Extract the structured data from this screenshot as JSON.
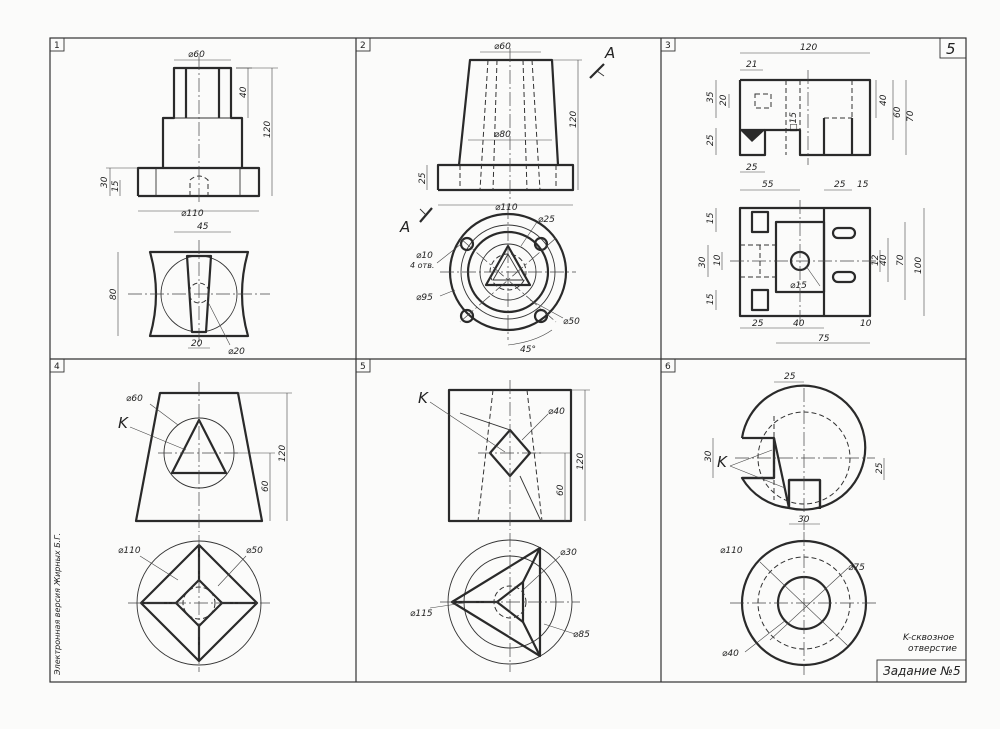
{
  "sheet": {
    "number": "5",
    "title": "Задание №5",
    "author": "Электронная версия Жирных Б.Г.",
    "note_line1": "K-сквозное",
    "note_line2": "отверстие"
  },
  "cells": [
    {
      "id": "1",
      "label": "1"
    },
    {
      "id": "2",
      "label": "2"
    },
    {
      "id": "3",
      "label": "3"
    },
    {
      "id": "4",
      "label": "4"
    },
    {
      "id": "5",
      "label": "5"
    },
    {
      "id": "6",
      "label": "6"
    }
  ],
  "dims": {
    "c1": {
      "d60": "⌀60",
      "d40": "40",
      "d120": "120",
      "d30": "30",
      "d15": "15",
      "d110": "⌀110",
      "d45": "45",
      "d80": "80",
      "d20": "20",
      "d20b": "⌀20"
    },
    "c2": {
      "d60": "⌀60",
      "d120": "120",
      "d80": "⌀80",
      "d25": "25",
      "d110": "⌀110",
      "sectA": "A",
      "sectA2": "A",
      "d25b": "⌀25",
      "d10": "⌀10",
      "holes": "4 отв.",
      "d95": "⌀95",
      "d50": "⌀50",
      "a45": "45°"
    },
    "c3": {
      "d120": "120",
      "d21": "21",
      "d35": "35",
      "d20": "20",
      "d25": "25",
      "d15sq": "□15",
      "d40": "40",
      "d60": "60",
      "d70": "70",
      "d25b": "25",
      "d55": "55",
      "d25c": "25",
      "d15": "15",
      "d15b": "15",
      "d30": "30",
      "d10": "10",
      "d40b": "40",
      "d12": "12",
      "d70b": "70",
      "d100": "100",
      "d15c": "15",
      "d15d": "⌀15",
      "d25d": "25",
      "d40c": "40",
      "d10b": "10",
      "d75": "75"
    },
    "c4": {
      "d60": "⌀60",
      "k": "K",
      "d120": "120",
      "d60b": "60",
      "d110": "⌀110",
      "d50": "⌀50"
    },
    "c5": {
      "k": "K",
      "d40": "⌀40",
      "d120": "120",
      "d60": "60",
      "d30": "⌀30",
      "d115": "⌀115",
      "d85": "⌀85"
    },
    "c6": {
      "d25": "25",
      "d30": "30",
      "k": "K",
      "d25b": "25",
      "d30b": "30",
      "d110": "⌀110",
      "d75": "⌀75",
      "d40": "⌀40"
    }
  }
}
